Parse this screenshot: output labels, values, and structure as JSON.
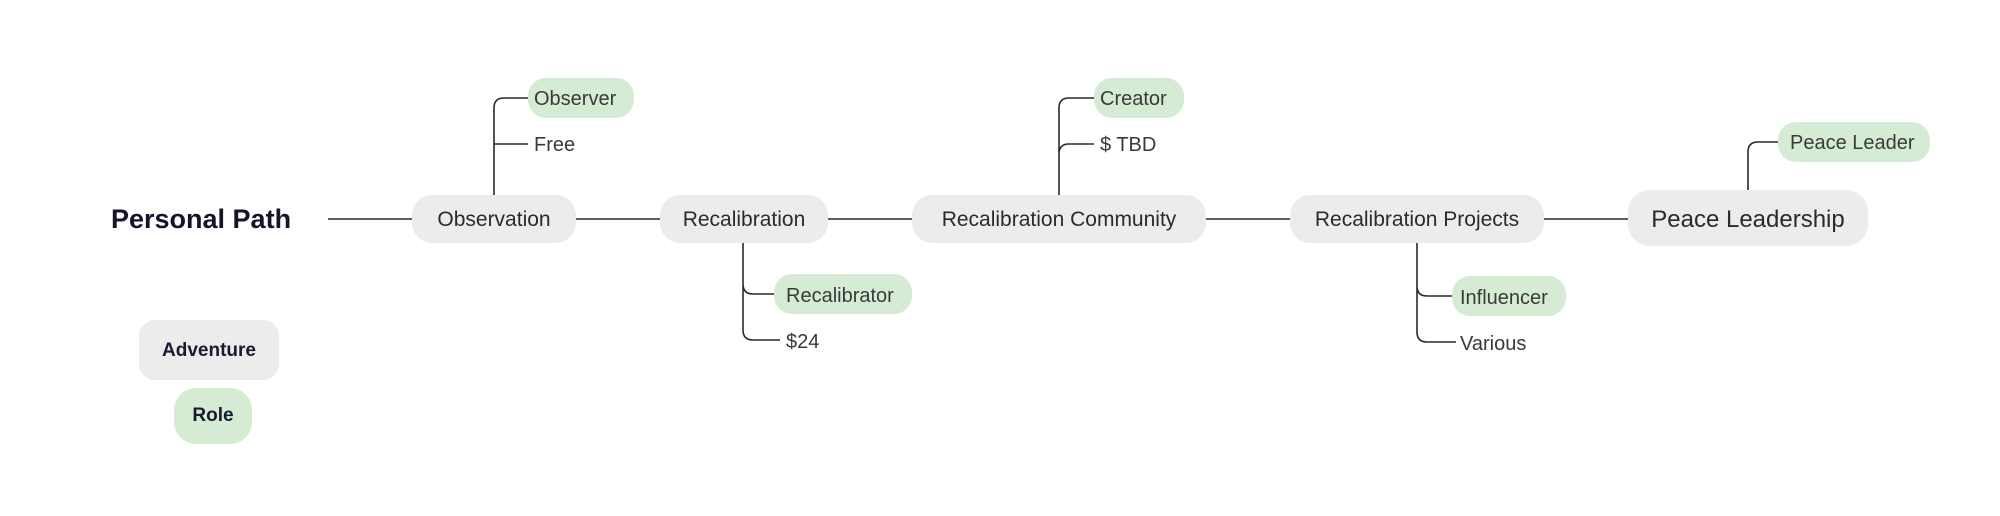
{
  "title": "Personal Path",
  "stages": [
    {
      "adventure": "Observation",
      "role": "Observer",
      "cost": "Free"
    },
    {
      "adventure": "Recalibration",
      "role": "Recalibrator",
      "cost": "$24"
    },
    {
      "adventure": "Recalibration Community",
      "role": "Creator",
      "cost": "$ TBD"
    },
    {
      "adventure": "Recalibration Projects",
      "role": "Influencer",
      "cost": "Various"
    },
    {
      "adventure": "Peace Leadership",
      "role": "Peace Leader"
    }
  ],
  "legend": {
    "adventure_label": "Adventure",
    "role_label": "Role"
  },
  "colors": {
    "adventure_fill": "#ececec",
    "role_fill": "#d5ebd3",
    "title_text": "#14142b",
    "connector": "#2a2a2a"
  }
}
